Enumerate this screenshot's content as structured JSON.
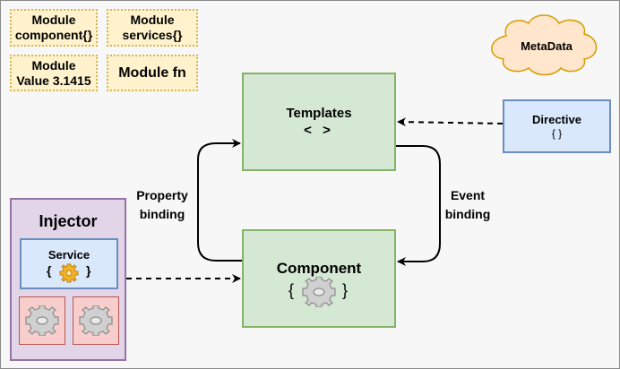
{
  "modules": {
    "component": {
      "line1": "Module",
      "line2": "component{}"
    },
    "services": {
      "line1": "Module",
      "line2": "services{}"
    },
    "value": {
      "line1": "Module",
      "line2": "Value 3.1415"
    },
    "fn": {
      "label": "Module fn"
    }
  },
  "metadata": {
    "label": "MetaData"
  },
  "templates": {
    "title": "Templates",
    "symbol": "< >"
  },
  "directive": {
    "title": "Directive",
    "symbol": "{ }"
  },
  "component": {
    "title": "Component",
    "brace_open": "{",
    "brace_close": "}"
  },
  "injector": {
    "title": "Injector"
  },
  "service": {
    "title": "Service",
    "brace_open": "{",
    "brace_close": "}"
  },
  "labels": {
    "property_binding": {
      "line1": "Property",
      "line2": "binding"
    },
    "event_binding": {
      "line1": "Event",
      "line2": "binding"
    }
  },
  "colors": {
    "module_fill": "#fff2cc",
    "module_border": "#d6b656",
    "green_fill": "#d5e8d4",
    "green_border": "#82b366",
    "blue_fill": "#dae8fc",
    "blue_border": "#6c8ebf",
    "purple_fill": "#e1d5e7",
    "purple_border": "#9673a6",
    "red_fill": "#f8cecc",
    "red_border": "#b85450"
  },
  "icons": [
    "gear-icon",
    "cloud-shape",
    "arrow-icon"
  ]
}
